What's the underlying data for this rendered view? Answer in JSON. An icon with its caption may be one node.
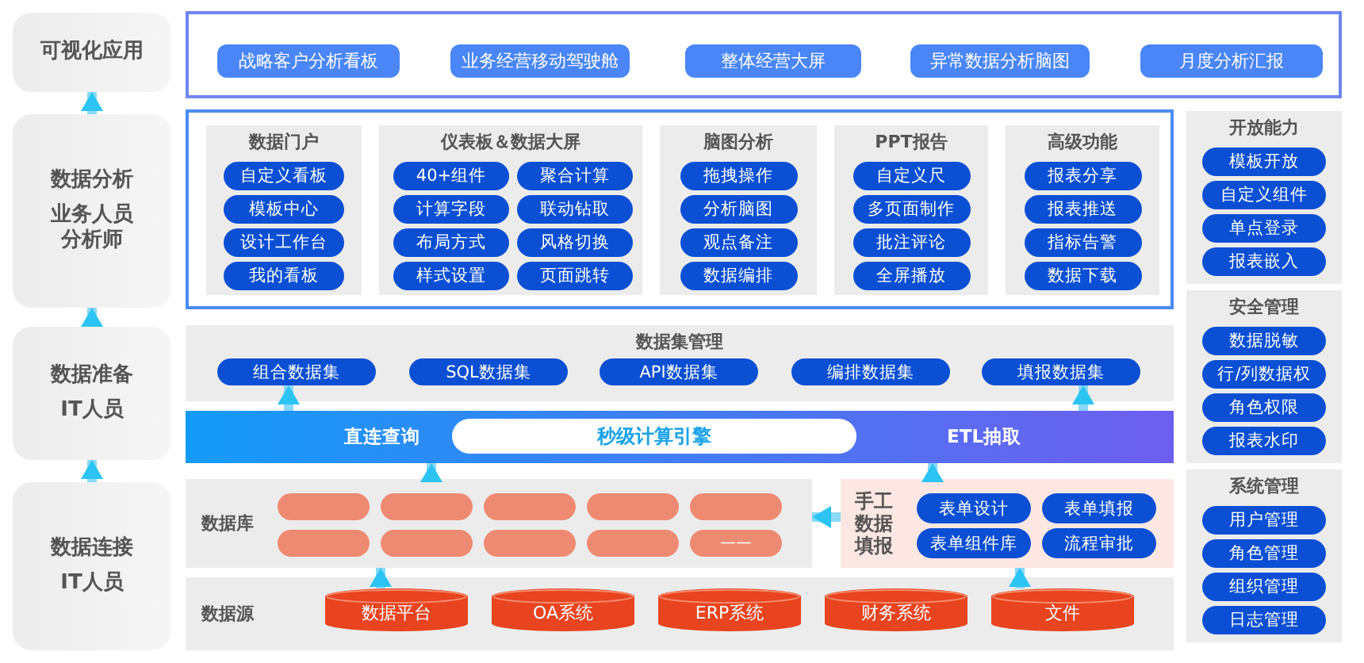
{
  "diagram": {
    "nodes": [
      {
        "text": [
          "可视化应用"
        ]
      },
      {
        "text": [
          "数据分析",
          "业务人员分析师"
        ]
      },
      {
        "text": [
          "数据准备",
          "IT人员"
        ]
      },
      {
        "text": [
          "数据连接",
          "IT人员"
        ]
      },
      {
        "text": [],
        "shape": "box"
      },
      {
        "text": [
          "战略客户分析看板"
        ],
        "in": 4
      },
      {
        "text": [
          "业务经营移动驾驶舱"
        ],
        "in": 4
      },
      {
        "text": [
          "整体经营大屏"
        ],
        "in": 4
      },
      {
        "text": [
          "异常数据分析脑图"
        ],
        "in": 4
      },
      {
        "text": [
          "月度分析汇报"
        ],
        "in": 4
      },
      {
        "text": [],
        "shape": "box"
      },
      {
        "text": [
          "数据门户"
        ],
        "in": 10
      },
      {
        "text": [
          "自定义看板"
        ],
        "in": 11
      },
      {
        "text": [
          "模板中心"
        ],
        "in": 11
      },
      {
        "text": [
          "设计工作台"
        ],
        "in": 11
      },
      {
        "text": [
          "我的看板"
        ],
        "in": 11
      },
      {
        "text": [
          "仪表板＆数据大屏"
        ],
        "in": 10
      },
      {
        "text": [
          "40+组件"
        ],
        "in": 16
      },
      {
        "text": [
          "聚合计算"
        ],
        "in": 16
      },
      {
        "text": [
          "计算字段"
        ],
        "in": 16
      },
      {
        "text": [
          "联动钻取"
        ],
        "in": 16
      },
      {
        "text": [
          "布局方式"
        ],
        "in": 16
      },
      {
        "text": [
          "风格切换"
        ],
        "in": 16
      },
      {
        "text": [
          "样式设置"
        ],
        "in": 16
      },
      {
        "text": [
          "页面跳转"
        ],
        "in": 16
      },
      {
        "text": [
          "脑图分析"
        ],
        "in": 10
      },
      {
        "text": [
          "拖拽操作"
        ],
        "in": 25
      },
      {
        "text": [
          "分析脑图"
        ],
        "in": 25
      },
      {
        "text": [
          "观点备注"
        ],
        "in": 25
      },
      {
        "text": [
          "数据编排"
        ],
        "in": 25
      },
      {
        "text": [
          "PPT报告"
        ],
        "in": 10
      },
      {
        "text": [
          "自定义尺"
        ],
        "in": 30
      },
      {
        "text": [
          "多页面制作"
        ],
        "in": 30
      },
      {
        "text": [
          "批注评论"
        ],
        "in": 30
      },
      {
        "text": [
          "全屏播放"
        ],
        "in": 30
      },
      {
        "text": [
          "高级功能"
        ],
        "in": 10
      },
      {
        "text": [
          "报表分享"
        ],
        "in": 35
      },
      {
        "text": [
          "报表推送"
        ],
        "in": 35
      },
      {
        "text": [
          "指标告警"
        ],
        "in": 35
      },
      {
        "text": [
          "数据下载"
        ],
        "in": 35
      },
      {
        "text": [
          "数据集管理"
        ]
      },
      {
        "text": [
          "组合数据集"
        ],
        "in": 40
      },
      {
        "text": [
          "SQL数据集"
        ],
        "in": 40
      },
      {
        "text": [
          "API数据集"
        ],
        "in": 40
      },
      {
        "text": [
          "编排数据集"
        ],
        "in": 40
      },
      {
        "text": [
          "填报数据集"
        ],
        "in": 40
      },
      {
        "text": [
          "直连查询",
          "ETL抽取"
        ]
      },
      {
        "text": [
          "秒级计算引擎"
        ],
        "in": 46
      },
      {
        "text": [
          "数据库"
        ]
      },
      {
        "text": [],
        "shape": "pill",
        "in": 48
      },
      {
        "text": [],
        "shape": "pill",
        "in": 48
      },
      {
        "text": [],
        "shape": "pill",
        "in": 48
      },
      {
        "text": [],
        "shape": "pill",
        "in": 48
      },
      {
        "text": [],
        "shape": "pill",
        "in": 48
      },
      {
        "text": [],
        "shape": "pill",
        "in": 48
      },
      {
        "text": [],
        "shape": "pill",
        "in": 48
      },
      {
        "text": [],
        "shape": "pill",
        "in": 48
      },
      {
        "text": [],
        "shape": "pill",
        "in": 48
      },
      {
        "text": [
          "——"
        ],
        "in": 48
      },
      {
        "text": [
          "手工数据填报"
        ]
      },
      {
        "text": [
          "表单设计"
        ],
        "in": 59
      },
      {
        "text": [
          "表单填报"
        ],
        "in": 59
      },
      {
        "text": [
          "表单组件库"
        ],
        "in": 59
      },
      {
        "text": [
          "流程审批"
        ],
        "in": 59
      },
      {
        "text": [
          "数据源"
        ]
      },
      {
        "text": [
          "数据平台"
        ],
        "in": 64
      },
      {
        "text": [
          "OA系统"
        ],
        "in": 64
      },
      {
        "text": [
          "ERP系统"
        ],
        "in": 64
      },
      {
        "text": [
          "财务系统"
        ],
        "in": 64
      },
      {
        "text": [
          "文件"
        ],
        "in": 64
      },
      {
        "text": [
          "开放能力"
        ]
      },
      {
        "text": [
          "模板开放"
        ],
        "in": 70
      },
      {
        "text": [
          "自定义组件"
        ],
        "in": 70
      },
      {
        "text": [
          "单点登录"
        ],
        "in": 70
      },
      {
        "text": [
          "报表嵌入"
        ],
        "in": 70
      },
      {
        "text": [
          "安全管理"
        ]
      },
      {
        "text": [
          "数据脱敏"
        ],
        "in": 75
      },
      {
        "text": [
          "行/列数据权"
        ],
        "in": 75
      },
      {
        "text": [
          "角色权限"
        ],
        "in": 75
      },
      {
        "text": [
          "报表水印"
        ],
        "in": 75
      },
      {
        "text": [
          "系统管理"
        ]
      },
      {
        "text": [
          "用户管理"
        ],
        "in": 80
      },
      {
        "text": [
          "角色管理"
        ],
        "in": 80
      },
      {
        "text": [
          "组织管理"
        ],
        "in": 80
      },
      {
        "text": [
          "日志管理"
        ],
        "in": 80
      }
    ],
    "edges": [
      {
        "from": 3,
        "to": 2,
        "arrow": "to"
      },
      {
        "from": 2,
        "to": 1,
        "arrow": "to"
      },
      {
        "from": 1,
        "to": 0,
        "arrow": "to"
      },
      {
        "from": 65,
        "to": 48,
        "arrow": "to"
      },
      {
        "from": 48,
        "to": 46,
        "arrow": "to"
      },
      {
        "from": 46,
        "to": 41,
        "arrow": "to"
      },
      {
        "from": 46,
        "to": 45,
        "arrow": "to"
      },
      {
        "from": 59,
        "to": 46,
        "arrow": "to"
      },
      {
        "from": 69,
        "to": 59,
        "arrow": "to"
      },
      {
        "from": 59,
        "to": 48,
        "arrow": "to"
      }
    ]
  }
}
